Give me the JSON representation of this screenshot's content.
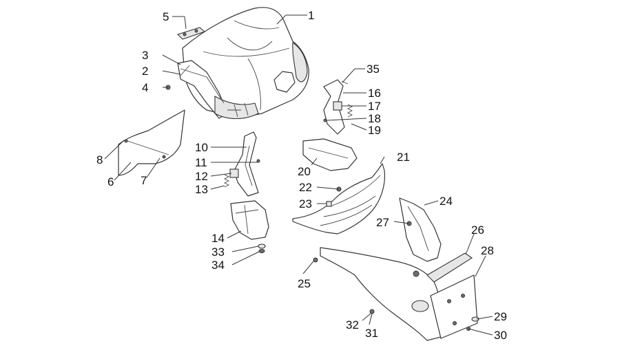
{
  "callouts": [
    {
      "id": "1",
      "text": "1"
    },
    {
      "id": "2",
      "text": "2"
    },
    {
      "id": "3",
      "text": "3"
    },
    {
      "id": "4",
      "text": "4"
    },
    {
      "id": "5",
      "text": "5"
    },
    {
      "id": "6",
      "text": "6"
    },
    {
      "id": "7",
      "text": "7"
    },
    {
      "id": "8",
      "text": "8"
    },
    {
      "id": "10",
      "text": "10"
    },
    {
      "id": "11",
      "text": "11"
    },
    {
      "id": "12",
      "text": "12"
    },
    {
      "id": "13",
      "text": "13"
    },
    {
      "id": "14",
      "text": "14"
    },
    {
      "id": "16",
      "text": "16"
    },
    {
      "id": "17",
      "text": "17"
    },
    {
      "id": "18",
      "text": "18"
    },
    {
      "id": "19",
      "text": "19"
    },
    {
      "id": "20",
      "text": "20"
    },
    {
      "id": "21",
      "text": "21"
    },
    {
      "id": "22",
      "text": "22"
    },
    {
      "id": "23",
      "text": "23"
    },
    {
      "id": "24",
      "text": "24"
    },
    {
      "id": "25",
      "text": "25"
    },
    {
      "id": "26",
      "text": "26"
    },
    {
      "id": "27",
      "text": "27"
    },
    {
      "id": "28",
      "text": "28"
    },
    {
      "id": "29",
      "text": "29"
    },
    {
      "id": "30",
      "text": "30"
    },
    {
      "id": "31",
      "text": "31"
    },
    {
      "id": "32",
      "text": "32"
    },
    {
      "id": "33",
      "text": "33"
    },
    {
      "id": "34",
      "text": "34"
    },
    {
      "id": "35",
      "text": "35"
    }
  ]
}
